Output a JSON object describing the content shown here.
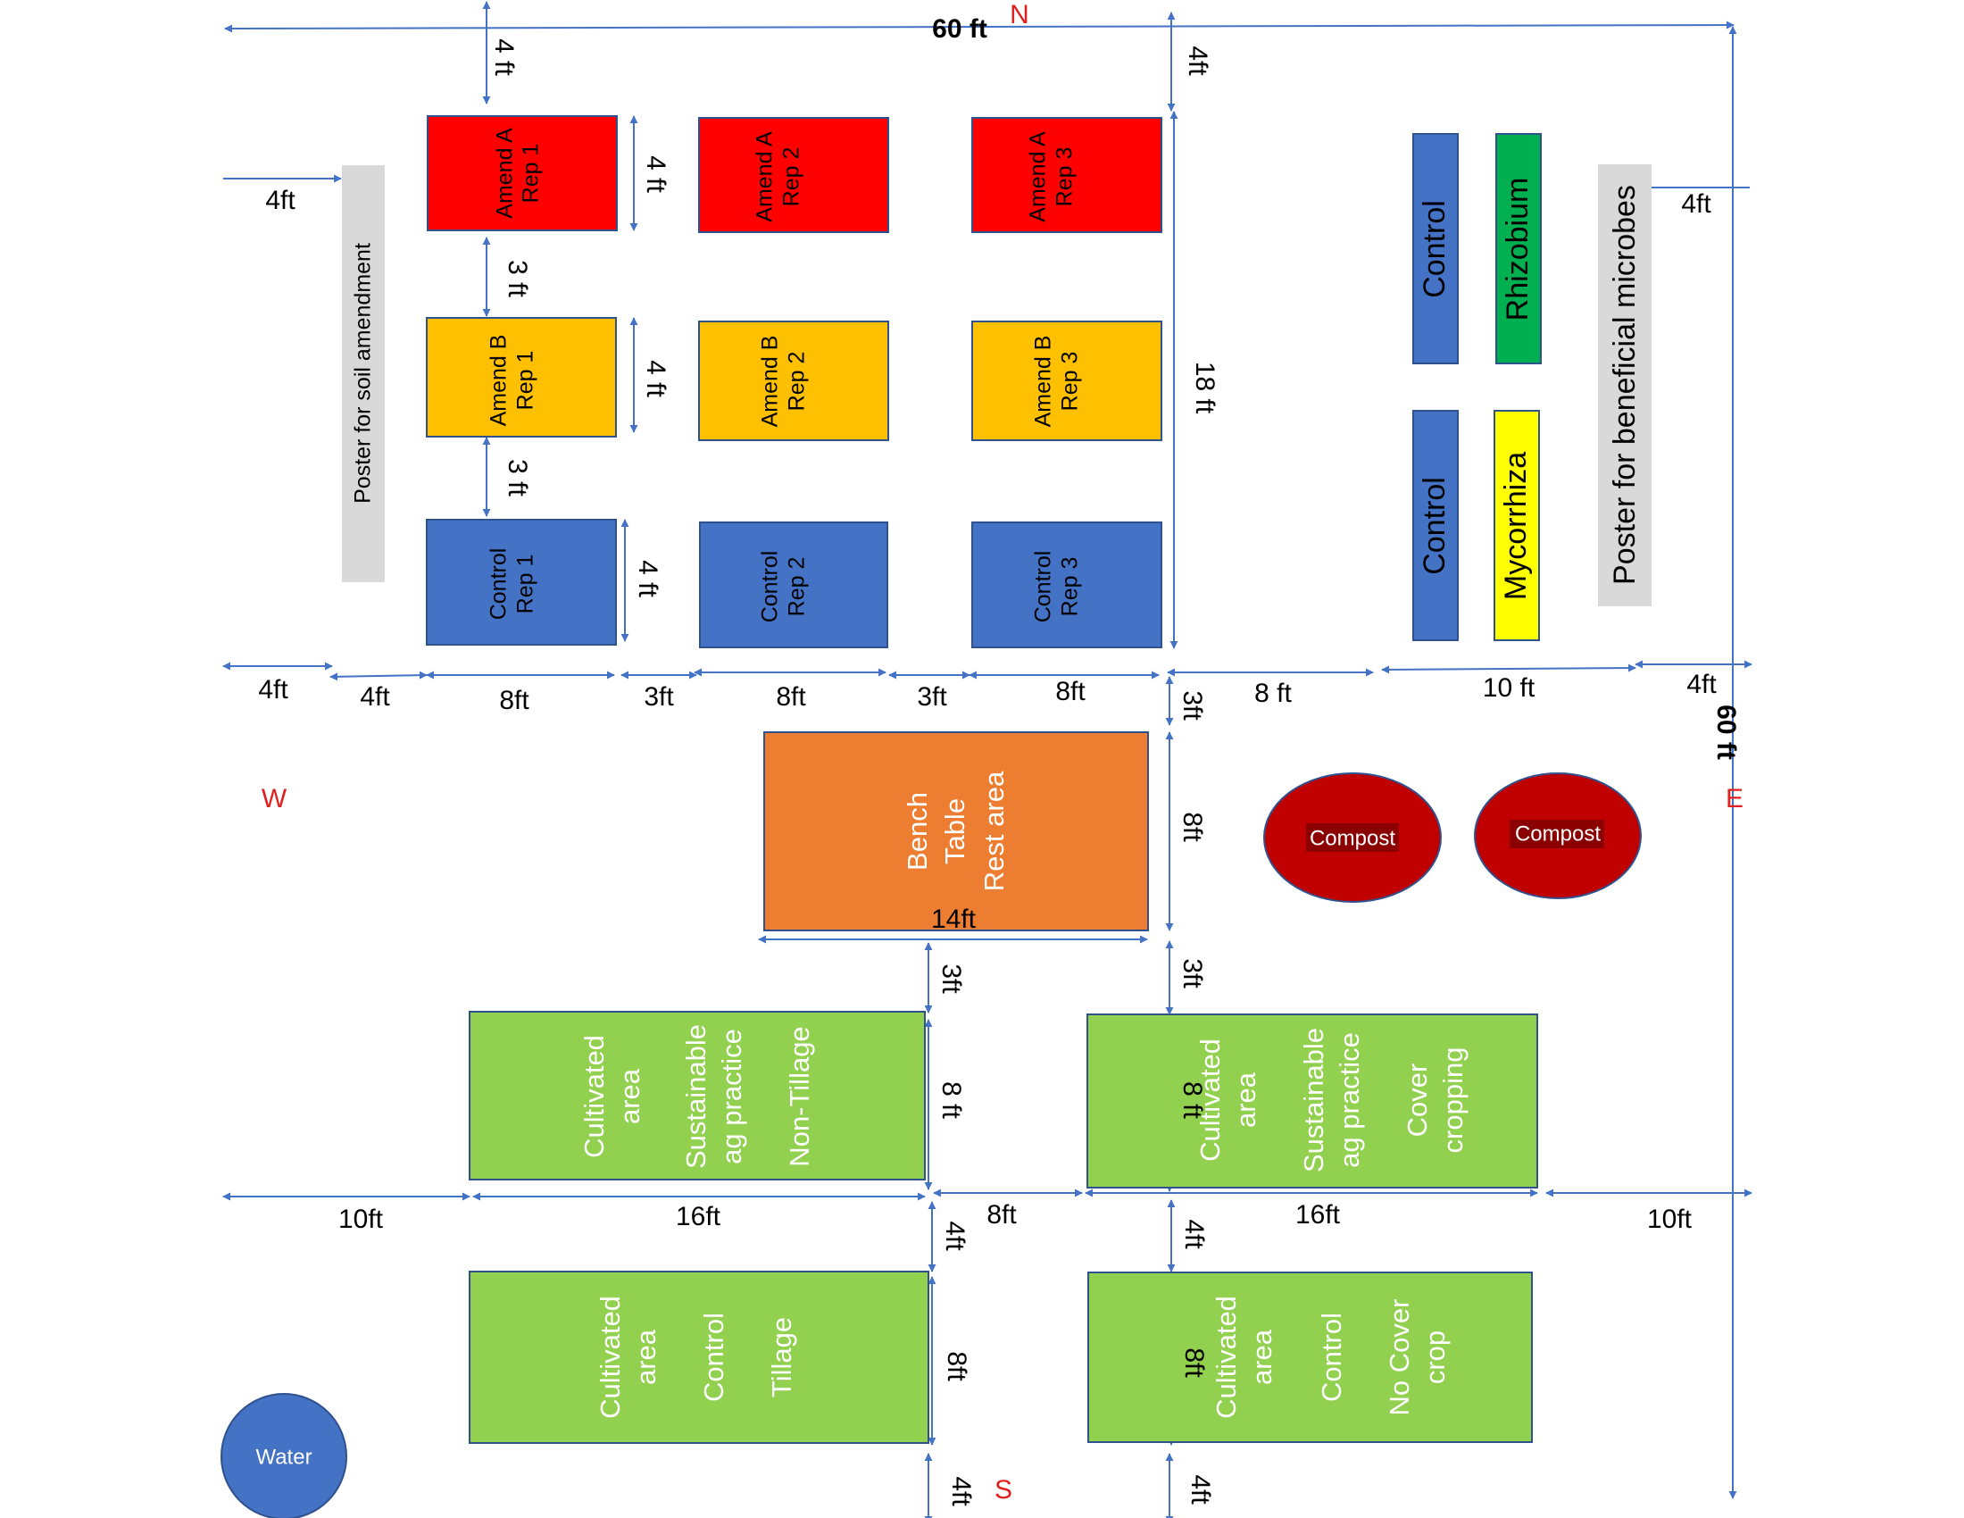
{
  "colors": {
    "arrow": "#4472c4",
    "amend_a": "#ff0000",
    "amend_b": "#ffc000",
    "control": "#4472c4",
    "rest_area": "#ed7d31",
    "cultivated": "#92d050",
    "rhizobium": "#00b050",
    "mycorrhiza": "#ffff00",
    "compost": "#c00000",
    "poster": "#d9d9d9",
    "compass": "#e02020"
  },
  "compass": {
    "north": "N",
    "south": "S",
    "west": "W",
    "east": "E"
  },
  "overall": {
    "width": "60 ft",
    "height": "60 ft"
  },
  "plots": {
    "amend_a": [
      {
        "line1": "Amend A",
        "line2": "Rep 1"
      },
      {
        "line1": "Amend A",
        "line2": "Rep 2"
      },
      {
        "line1": "Amend A",
        "line2": "Rep 3"
      }
    ],
    "amend_b": [
      {
        "line1": "Amend B",
        "line2": "Rep 1"
      },
      {
        "line1": "Amend B",
        "line2": "Rep 2"
      },
      {
        "line1": "Amend B",
        "line2": "Rep 3"
      }
    ],
    "control": [
      {
        "line1": "Control",
        "line2": "Rep 1"
      },
      {
        "line1": "Control",
        "line2": "Rep 2"
      },
      {
        "line1": "Control",
        "line2": "Rep 3"
      }
    ]
  },
  "microbes": {
    "control_top": "Control",
    "rhizobium": "Rhizobium",
    "control_bottom": "Control",
    "mycorrhiza": "Mycorrhiza"
  },
  "posters": {
    "soil": "Poster for soil amendment",
    "microbes": "Poster for beneficial microbes"
  },
  "rest_area": {
    "line1": "Bench",
    "line2": "Table",
    "line3": "Rest area"
  },
  "compost": {
    "left": "Compost",
    "right": "Compost"
  },
  "water": "Water",
  "cultivated": {
    "nontillage": {
      "line1": "Cultivated",
      "line2": "area",
      "line3": "Sustainable",
      "line4": "ag practice",
      "line5": "Non-Tillage"
    },
    "covercrop": {
      "line1": "Cultivated",
      "line2": "area",
      "line3": "Sustainable",
      "line4": "ag practice",
      "line5": "Cover",
      "line6": "cropping"
    },
    "tillage": {
      "line1": "Cultivated",
      "line2": "area",
      "line3": "Control",
      "line4": "Tillage"
    },
    "nocover": {
      "line1": "Cultivated",
      "line2": "area",
      "line3": "Control",
      "line4": "No Cover",
      "line5": "crop"
    }
  },
  "dims": {
    "top_4ft_left": "4 ft",
    "top_4ft_right": "4ft",
    "west_4ft": "4ft",
    "east_4ft": "4ft",
    "plot_h1": "4 ft",
    "plot_h2": "4 ft",
    "plot_h3": "4 ft",
    "gap_3ft_a": "3 ft",
    "gap_3ft_b": "3 ft",
    "plots_18ft": "18 ft",
    "row_4ft_a": "4ft",
    "row_4ft_b": "4ft",
    "row_8ft_a": "8ft",
    "row_3ft_a": "3ft",
    "row_8ft_b": "8ft",
    "row_3ft_b": "3ft",
    "row_8ft_c": "8ft",
    "row_3ft_v": "3ft",
    "row_8ft_d": "8 ft",
    "row_10ft": "10 ft",
    "row_4ft_c": "4ft",
    "rest_8ft": "8ft",
    "rest_14ft": "14ft",
    "mid_3ft_a": "3ft",
    "mid_3ft_b": "3ft",
    "cult_8ft_a": "8 ft",
    "cult_8ft_b": "8 ft",
    "low_10ft_a": "10ft",
    "low_16ft_a": "16ft",
    "low_8ft": "8ft",
    "low_16ft_b": "16ft",
    "low_10ft_b": "10ft",
    "low_4ft_a": "4ft",
    "low_4ft_b": "4ft",
    "cult_8ft_c": "8ft",
    "cult_8ft_d": "8ft",
    "bot_4ft_a": "4ft",
    "bot_4ft_b": "4ft"
  }
}
